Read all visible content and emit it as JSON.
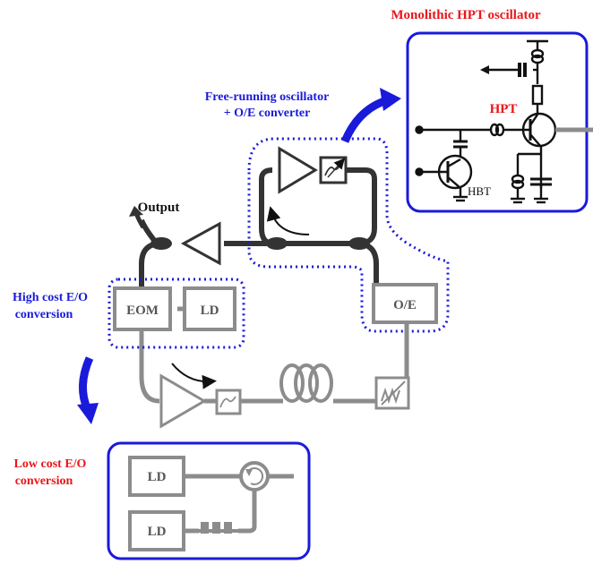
{
  "labels": {
    "monolithic_title": "Monolithic HPT oscillator",
    "free_running_line1": "Free-running oscillator",
    "free_running_line2": "+ O/E converter",
    "output": "Output",
    "high_cost_line1": "High cost E/O",
    "high_cost_line2": "conversion",
    "low_cost_line1": "Low cost E/O",
    "low_cost_line2": "conversion",
    "hpt": "HPT",
    "hbt": "HBT"
  },
  "blocks": {
    "eom": "EOM",
    "ld": "LD",
    "oe": "O/E",
    "ld_top": "LD",
    "ld_bottom": "LD"
  },
  "colors": {
    "red": "#e8161b",
    "blue": "#1a1adb",
    "dark_fiber": "#333333",
    "gray_fiber": "#8c8c8c",
    "black": "#111111"
  }
}
